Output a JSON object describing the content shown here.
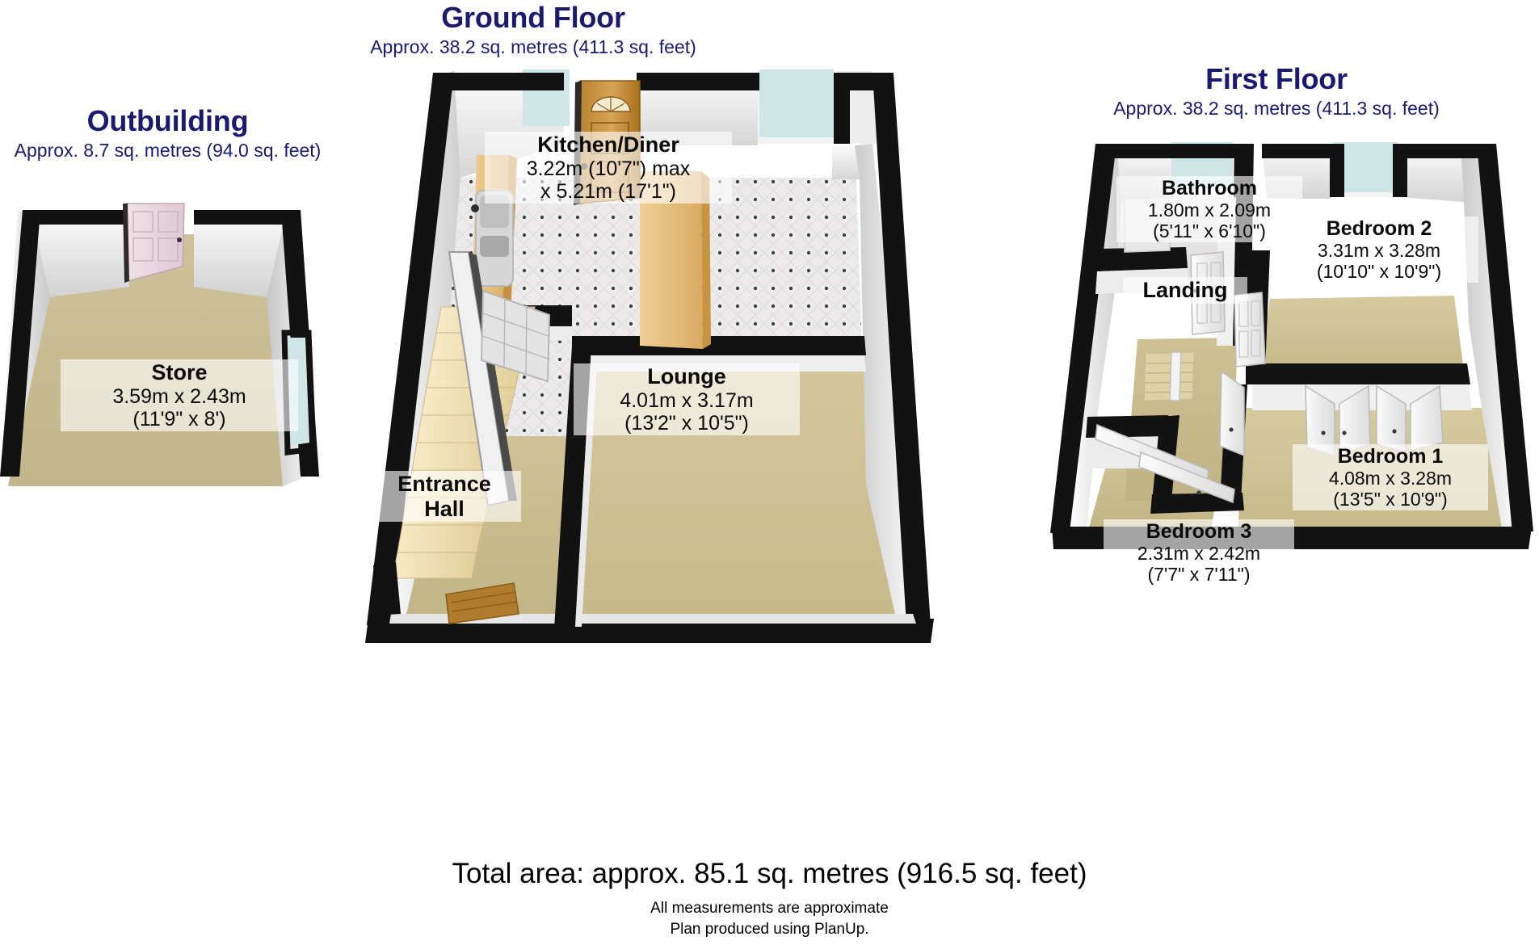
{
  "document": {
    "type": "floor-plan",
    "producer": "PlanUp"
  },
  "sections": [
    {
      "id": "outbuilding",
      "title": "Outbuilding",
      "subtitle": "Approx. 8.7 sq. metres (94.0 sq. feet)"
    },
    {
      "id": "ground-floor",
      "title": "Ground Floor",
      "subtitle": "Approx. 38.2 sq. metres (411.3 sq. feet)"
    },
    {
      "id": "first-floor",
      "title": "First Floor",
      "subtitle": "Approx. 38.2 sq. metres (411.3 sq. feet)"
    }
  ],
  "rooms": {
    "store": {
      "name": "Store",
      "dim_metric": "3.59m x 2.43m",
      "dim_imperial": "(11'9\" x 8')"
    },
    "kitchen_diner": {
      "name": "Kitchen/Diner",
      "dim_metric": "3.22m (10'7\") max",
      "dim_imperial": "x 5.21m (17'1\")"
    },
    "lounge": {
      "name": "Lounge",
      "dim_metric": "4.01m x 3.17m",
      "dim_imperial": "(13'2\" x 10'5\")"
    },
    "entrance_hall": {
      "name_line1": "Entrance",
      "name_line2": "Hall"
    },
    "bathroom": {
      "name": "Bathroom",
      "dim_metric": "1.80m x 2.09m",
      "dim_imperial": "(5'11\" x 6'10\")"
    },
    "landing": {
      "name": "Landing"
    },
    "bedroom_1": {
      "name": "Bedroom 1",
      "dim_metric": "4.08m x 3.28m",
      "dim_imperial": "(13'5\" x 10'9\")"
    },
    "bedroom_2": {
      "name": "Bedroom 2",
      "dim_metric": "3.31m x 3.28m",
      "dim_imperial": "(10'10\" x 10'9\")"
    },
    "bedroom_3": {
      "name": "Bedroom 3",
      "dim_metric": "2.31m x 2.42m",
      "dim_imperial": "(7'7\" x 7'11\")"
    }
  },
  "footer": {
    "total_area": "Total area: approx. 85.1 sq. metres (916.5 sq. feet)",
    "note_line1": "All measurements are approximate",
    "note_line2": "Plan produced using PlanUp."
  },
  "colors": {
    "title_navy": "#1a1a6e",
    "wall_black": "#121212",
    "wall_face": "#f2f2f2",
    "wall_shade": "#d8d8d8",
    "carpet_beige": "#c9bd91",
    "carpet_light": "#ddd3ad",
    "tile_white": "#eceaea",
    "wood_door": "#a8701f",
    "wood_light": "#e8c98a",
    "window_glass": "#cfe6e6",
    "text_black": "#0a0a0a"
  }
}
